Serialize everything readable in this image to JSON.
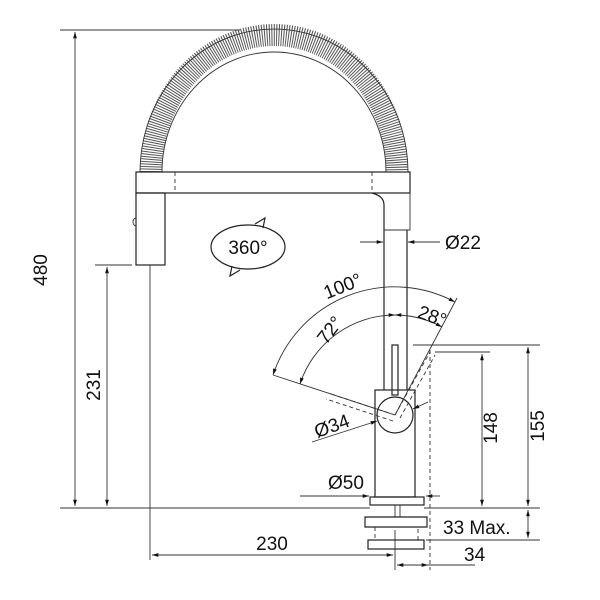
{
  "drawing": {
    "rotation_label": "360°",
    "dimensions": {
      "height_total": "480",
      "handle_height": "231",
      "reach": "230",
      "spout_diameter": "Ø22",
      "angle_total": "100°",
      "angle_left": "72°",
      "angle_right": "28°",
      "lever_diameter": "Ø34",
      "base_diameter": "Ø50",
      "lever_height": "148",
      "body_height": "155",
      "deck_thickness": "33 Max.",
      "offset": "34"
    }
  }
}
